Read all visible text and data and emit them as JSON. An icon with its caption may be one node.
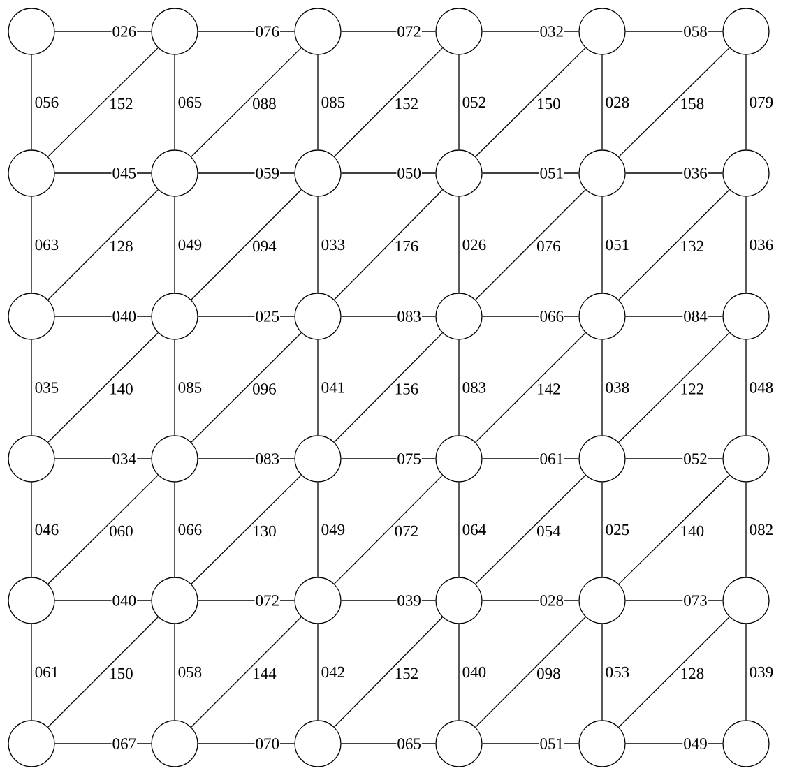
{
  "diagram": {
    "nodes": [
      {
        "text": [],
        "shape": "circle"
      },
      {
        "text": [],
        "shape": "circle"
      },
      {
        "text": [],
        "shape": "circle"
      },
      {
        "text": [],
        "shape": "circle"
      },
      {
        "text": [],
        "shape": "circle"
      },
      {
        "text": [],
        "shape": "circle"
      },
      {
        "text": [],
        "shape": "circle"
      },
      {
        "text": [],
        "shape": "circle"
      },
      {
        "text": [],
        "shape": "circle"
      },
      {
        "text": [],
        "shape": "circle"
      },
      {
        "text": [],
        "shape": "circle"
      },
      {
        "text": [],
        "shape": "circle"
      },
      {
        "text": [],
        "shape": "circle"
      },
      {
        "text": [],
        "shape": "circle"
      },
      {
        "text": [],
        "shape": "circle"
      },
      {
        "text": [],
        "shape": "circle"
      },
      {
        "text": [],
        "shape": "circle"
      },
      {
        "text": [],
        "shape": "circle"
      },
      {
        "text": [],
        "shape": "circle"
      },
      {
        "text": [],
        "shape": "circle"
      },
      {
        "text": [],
        "shape": "circle"
      },
      {
        "text": [],
        "shape": "circle"
      },
      {
        "text": [],
        "shape": "circle"
      },
      {
        "text": [],
        "shape": "circle"
      },
      {
        "text": [],
        "shape": "circle"
      },
      {
        "text": [],
        "shape": "circle"
      },
      {
        "text": [],
        "shape": "circle"
      },
      {
        "text": [],
        "shape": "circle"
      },
      {
        "text": [],
        "shape": "circle"
      },
      {
        "text": [],
        "shape": "circle"
      },
      {
        "text": [],
        "shape": "circle"
      },
      {
        "text": [],
        "shape": "circle"
      },
      {
        "text": [],
        "shape": "circle"
      },
      {
        "text": [],
        "shape": "circle"
      },
      {
        "text": [],
        "shape": "circle"
      },
      {
        "text": [],
        "shape": "circle"
      }
    ],
    "edges": [
      {
        "from": 0,
        "to": 1,
        "arrow": "none",
        "label": "026"
      },
      {
        "from": 1,
        "to": 2,
        "arrow": "none",
        "label": "076"
      },
      {
        "from": 2,
        "to": 3,
        "arrow": "none",
        "label": "072"
      },
      {
        "from": 3,
        "to": 4,
        "arrow": "none",
        "label": "032"
      },
      {
        "from": 4,
        "to": 5,
        "arrow": "none",
        "label": "058"
      },
      {
        "from": 0,
        "to": 6,
        "arrow": "none",
        "label": "056"
      },
      {
        "from": 6,
        "to": 1,
        "arrow": "none",
        "label": "152"
      },
      {
        "from": 1,
        "to": 7,
        "arrow": "none",
        "label": "065"
      },
      {
        "from": 7,
        "to": 2,
        "arrow": "none",
        "label": "088"
      },
      {
        "from": 2,
        "to": 8,
        "arrow": "none",
        "label": "085"
      },
      {
        "from": 8,
        "to": 3,
        "arrow": "none",
        "label": "152"
      },
      {
        "from": 3,
        "to": 9,
        "arrow": "none",
        "label": "052"
      },
      {
        "from": 9,
        "to": 4,
        "arrow": "none",
        "label": "150"
      },
      {
        "from": 4,
        "to": 10,
        "arrow": "none",
        "label": "028"
      },
      {
        "from": 10,
        "to": 5,
        "arrow": "none",
        "label": "158"
      },
      {
        "from": 5,
        "to": 11,
        "arrow": "none",
        "label": "079"
      },
      {
        "from": 6,
        "to": 7,
        "arrow": "none",
        "label": "045"
      },
      {
        "from": 7,
        "to": 8,
        "arrow": "none",
        "label": "059"
      },
      {
        "from": 8,
        "to": 9,
        "arrow": "none",
        "label": "050"
      },
      {
        "from": 9,
        "to": 10,
        "arrow": "none",
        "label": "051"
      },
      {
        "from": 10,
        "to": 11,
        "arrow": "none",
        "label": "036"
      },
      {
        "from": 6,
        "to": 12,
        "arrow": "none",
        "label": "063"
      },
      {
        "from": 12,
        "to": 7,
        "arrow": "none",
        "label": "128"
      },
      {
        "from": 7,
        "to": 13,
        "arrow": "none",
        "label": "049"
      },
      {
        "from": 13,
        "to": 8,
        "arrow": "none",
        "label": "094"
      },
      {
        "from": 8,
        "to": 14,
        "arrow": "none",
        "label": "033"
      },
      {
        "from": 14,
        "to": 9,
        "arrow": "none",
        "label": "176"
      },
      {
        "from": 9,
        "to": 15,
        "arrow": "none",
        "label": "026"
      },
      {
        "from": 15,
        "to": 10,
        "arrow": "none",
        "label": "076"
      },
      {
        "from": 10,
        "to": 16,
        "arrow": "none",
        "label": "051"
      },
      {
        "from": 16,
        "to": 11,
        "arrow": "none",
        "label": "132"
      },
      {
        "from": 11,
        "to": 17,
        "arrow": "none",
        "label": "036"
      },
      {
        "from": 12,
        "to": 13,
        "arrow": "none",
        "label": "040"
      },
      {
        "from": 13,
        "to": 14,
        "arrow": "none",
        "label": "025"
      },
      {
        "from": 14,
        "to": 15,
        "arrow": "none",
        "label": "083"
      },
      {
        "from": 15,
        "to": 16,
        "arrow": "none",
        "label": "066"
      },
      {
        "from": 16,
        "to": 17,
        "arrow": "none",
        "label": "084"
      },
      {
        "from": 12,
        "to": 18,
        "arrow": "none",
        "label": "035"
      },
      {
        "from": 18,
        "to": 13,
        "arrow": "none",
        "label": "140"
      },
      {
        "from": 13,
        "to": 19,
        "arrow": "none",
        "label": "085"
      },
      {
        "from": 19,
        "to": 14,
        "arrow": "none",
        "label": "096"
      },
      {
        "from": 14,
        "to": 20,
        "arrow": "none",
        "label": "041"
      },
      {
        "from": 20,
        "to": 15,
        "arrow": "none",
        "label": "156"
      },
      {
        "from": 15,
        "to": 21,
        "arrow": "none",
        "label": "083"
      },
      {
        "from": 21,
        "to": 16,
        "arrow": "none",
        "label": "142"
      },
      {
        "from": 16,
        "to": 22,
        "arrow": "none",
        "label": "038"
      },
      {
        "from": 22,
        "to": 17,
        "arrow": "none",
        "label": "122"
      },
      {
        "from": 17,
        "to": 23,
        "arrow": "none",
        "label": "048"
      },
      {
        "from": 18,
        "to": 19,
        "arrow": "none",
        "label": "034"
      },
      {
        "from": 19,
        "to": 20,
        "arrow": "none",
        "label": "083"
      },
      {
        "from": 20,
        "to": 21,
        "arrow": "none",
        "label": "075"
      },
      {
        "from": 21,
        "to": 22,
        "arrow": "none",
        "label": "061"
      },
      {
        "from": 22,
        "to": 23,
        "arrow": "none",
        "label": "052"
      },
      {
        "from": 18,
        "to": 24,
        "arrow": "none",
        "label": "046"
      },
      {
        "from": 24,
        "to": 19,
        "arrow": "none",
        "label": "060"
      },
      {
        "from": 19,
        "to": 25,
        "arrow": "none",
        "label": "066"
      },
      {
        "from": 25,
        "to": 20,
        "arrow": "none",
        "label": "130"
      },
      {
        "from": 20,
        "to": 26,
        "arrow": "none",
        "label": "049"
      },
      {
        "from": 26,
        "to": 21,
        "arrow": "none",
        "label": "072"
      },
      {
        "from": 21,
        "to": 27,
        "arrow": "none",
        "label": "064"
      },
      {
        "from": 27,
        "to": 22,
        "arrow": "none",
        "label": "054"
      },
      {
        "from": 22,
        "to": 28,
        "arrow": "none",
        "label": "025"
      },
      {
        "from": 28,
        "to": 23,
        "arrow": "none",
        "label": "140"
      },
      {
        "from": 23,
        "to": 29,
        "arrow": "none",
        "label": "082"
      },
      {
        "from": 24,
        "to": 25,
        "arrow": "none",
        "label": "040"
      },
      {
        "from": 25,
        "to": 26,
        "arrow": "none",
        "label": "072"
      },
      {
        "from": 26,
        "to": 27,
        "arrow": "none",
        "label": "039"
      },
      {
        "from": 27,
        "to": 28,
        "arrow": "none",
        "label": "028"
      },
      {
        "from": 28,
        "to": 29,
        "arrow": "none",
        "label": "073"
      },
      {
        "from": 24,
        "to": 30,
        "arrow": "none",
        "label": "061"
      },
      {
        "from": 30,
        "to": 25,
        "arrow": "none",
        "label": "150"
      },
      {
        "from": 25,
        "to": 31,
        "arrow": "none",
        "label": "058"
      },
      {
        "from": 31,
        "to": 26,
        "arrow": "none",
        "label": "144"
      },
      {
        "from": 26,
        "to": 32,
        "arrow": "none",
        "label": "042"
      },
      {
        "from": 32,
        "to": 27,
        "arrow": "none",
        "label": "152"
      },
      {
        "from": 27,
        "to": 33,
        "arrow": "none",
        "label": "040"
      },
      {
        "from": 33,
        "to": 28,
        "arrow": "none",
        "label": "098"
      },
      {
        "from": 28,
        "to": 34,
        "arrow": "none",
        "label": "053"
      },
      {
        "from": 34,
        "to": 29,
        "arrow": "none",
        "label": "128"
      },
      {
        "from": 29,
        "to": 35,
        "arrow": "none",
        "label": "039"
      },
      {
        "from": 30,
        "to": 31,
        "arrow": "none",
        "label": "067"
      },
      {
        "from": 31,
        "to": 32,
        "arrow": "none",
        "label": "070"
      },
      {
        "from": 32,
        "to": 33,
        "arrow": "none",
        "label": "065"
      },
      {
        "from": 33,
        "to": 34,
        "arrow": "none",
        "label": "051"
      },
      {
        "from": 34,
        "to": 35,
        "arrow": "none",
        "label": "049"
      }
    ]
  }
}
